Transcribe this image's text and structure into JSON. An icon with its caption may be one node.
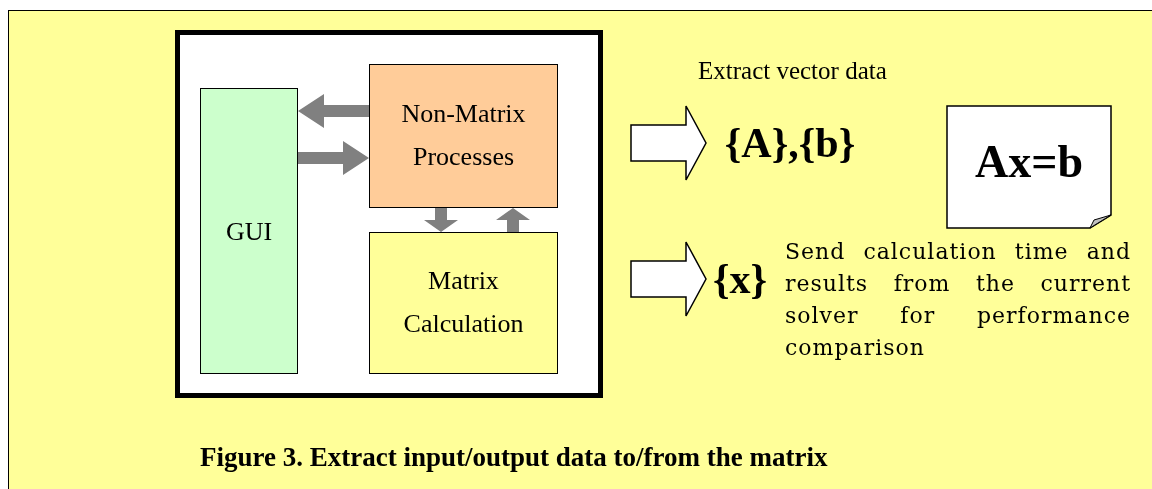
{
  "diagram": {
    "caption": "Figure 3. Extract input/output data to/from the matrix",
    "nodes": [
      {
        "text": [],
        "shape": "box"
      },
      {
        "text": [
          "GUI"
        ],
        "in": 0
      },
      {
        "text": [
          "Non-Matrix Processes"
        ],
        "in": 0
      },
      {
        "text": [
          "Matrix Calculation"
        ],
        "in": 0
      },
      {
        "text": [
          "{A},{b}"
        ]
      },
      {
        "text": [
          "Ax=b"
        ]
      },
      {
        "text": [
          "{x}"
        ]
      }
    ],
    "edges": [
      {
        "from": 2,
        "to": 1,
        "arrow": "to"
      },
      {
        "from": 1,
        "to": 2,
        "arrow": "to"
      },
      {
        "from": 2,
        "to": 3,
        "arrow": "to"
      },
      {
        "from": 3,
        "to": 2,
        "arrow": "to"
      },
      {
        "from": null,
        "to": 4,
        "arrow": "to",
        "style": "thick",
        "color": "#ffffff"
      },
      {
        "from": null,
        "to": 6,
        "arrow": "to",
        "style": "thick",
        "color": "#ffffff"
      }
    ],
    "labels": [
      "Extract vector data",
      "Send calculation time and results from the current solver for performance comparison"
    ]
  }
}
